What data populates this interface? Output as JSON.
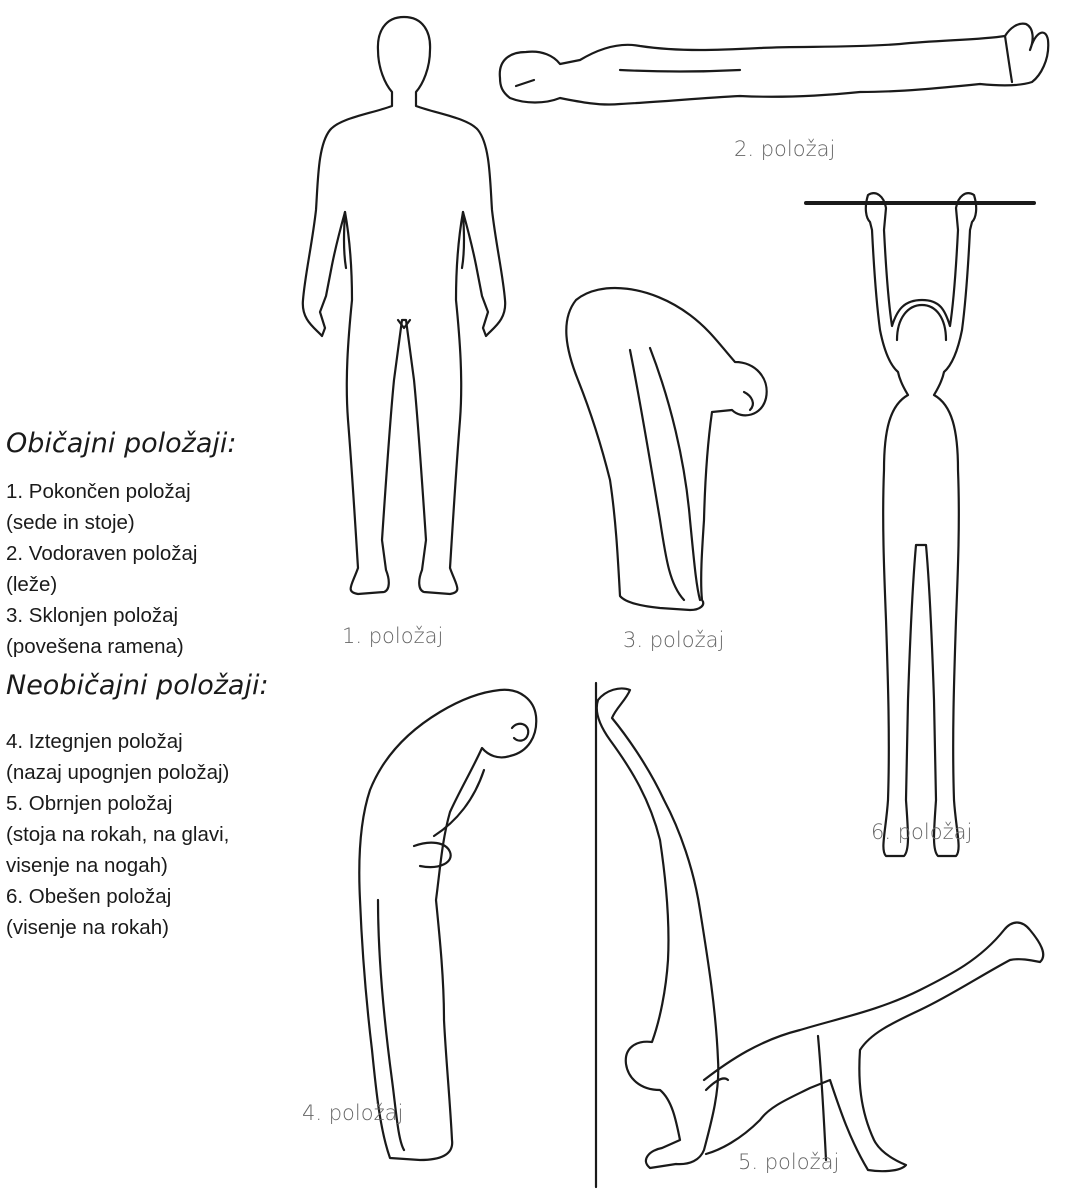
{
  "legend": {
    "common_heading": "Običajni položaji:",
    "common_items": [
      "1. Pokončen položaj",
      "(sede in stoje)",
      "2. Vodoraven položaj",
      "(leže)",
      "3. Sklonjen položaj",
      "(povešena ramena)"
    ],
    "unusual_heading": "Neobičajni položaji:",
    "unusual_items": [
      "4. Iztegnjen položaj",
      "(nazaj upognjen položaj)",
      "5. Obrnjen položaj",
      "(stoja na rokah, na glavi,",
      "visenje na nogah)",
      "6. Obešen položaj",
      "(visenje na rokah)"
    ]
  },
  "captions": {
    "pos1": "1. položaj",
    "pos2": "2. položaj",
    "pos3": "3. položaj",
    "pos4": "4. položaj",
    "pos5": "5. položaj",
    "pos6": "6. položaj"
  }
}
